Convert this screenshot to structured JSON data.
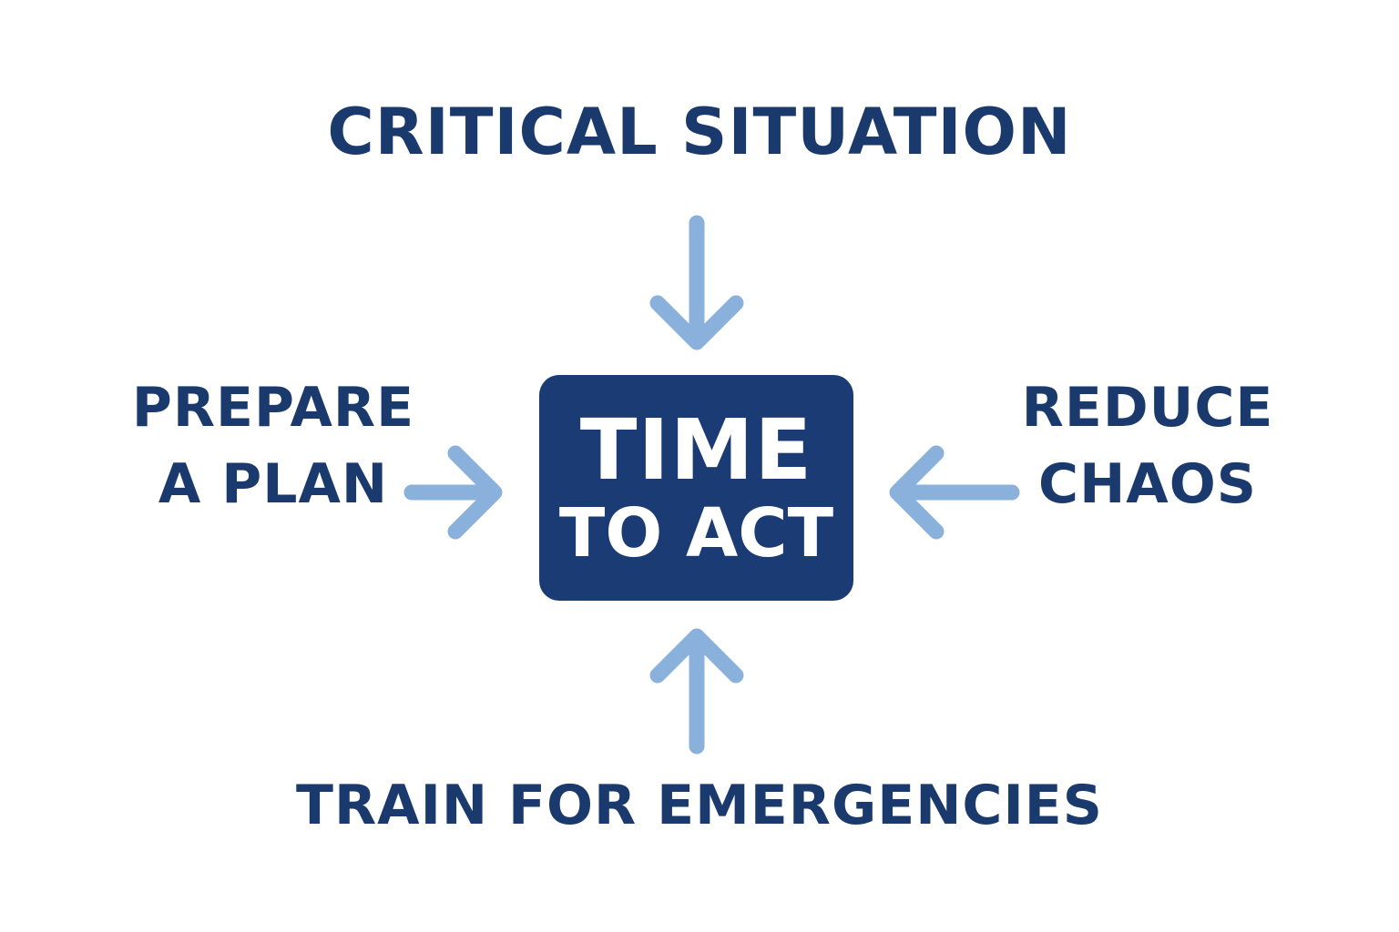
{
  "colors": {
    "text": "#1a3a6e",
    "box": "#1b3b74",
    "box_text": "#ffffff",
    "arrow": "#8ab0dc",
    "background": "#ffffff"
  },
  "center": {
    "line1": "TIME",
    "line2": "TO ACT"
  },
  "nodes": {
    "top": {
      "text": "CRITICAL SITUATION"
    },
    "left": {
      "line1": "PREPARE",
      "line2": "A PLAN"
    },
    "right": {
      "line1": "REDUCE",
      "line2": "CHAOS"
    },
    "bottom": {
      "text": "TRAIN FOR EMERGENCIES"
    }
  },
  "arrows": [
    {
      "from": "top",
      "to": "center",
      "icon": "arrow-down-icon"
    },
    {
      "from": "left",
      "to": "center",
      "icon": "arrow-right-icon"
    },
    {
      "from": "right",
      "to": "center",
      "icon": "arrow-left-icon"
    },
    {
      "from": "bottom",
      "to": "center",
      "icon": "arrow-up-icon"
    }
  ]
}
